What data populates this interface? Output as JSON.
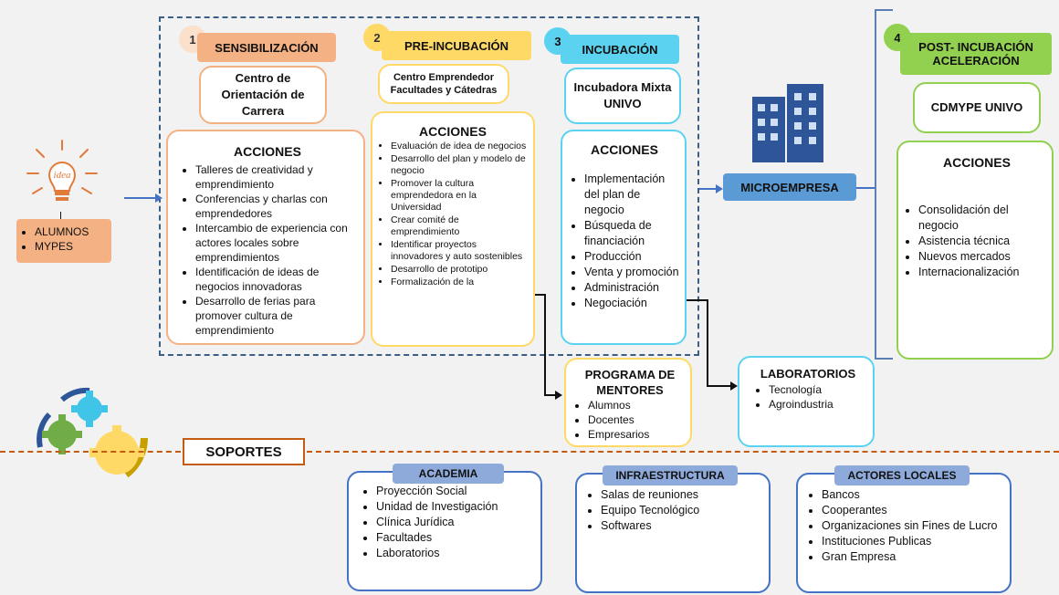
{
  "left": {
    "idea_text": "idea",
    "groups": [
      "ALUMNOS",
      "MYPES"
    ]
  },
  "stages": [
    {
      "number": "1",
      "name": "SENSIBILIZACIÓN",
      "center": "Centro de Orientación de Carrera",
      "actions_title": "ACCIONES",
      "actions": [
        "Talleres de creatividad y emprendimiento",
        "Conferencias y charlas con emprendedores",
        "Intercambio de experiencia con actores locales sobre emprendimientos",
        "Identificación de ideas de negocios innovadoras",
        "Desarrollo de ferias para promover cultura de emprendimiento"
      ]
    },
    {
      "number": "2",
      "name": "PRE-INCUBACIÓN",
      "center": "Centro Emprendedor Facultades y Cátedras",
      "actions_title": "ACCIONES",
      "actions": [
        "Evaluación de idea de negocios",
        "Desarrollo del plan y modelo de negocio",
        "Promover la cultura emprendedora en la Universidad",
        "Crear comité de emprendimiento",
        "Identificar proyectos innovadores y auto sostenibles",
        "Desarrollo de prototipo",
        "Formalización de la"
      ]
    },
    {
      "number": "3",
      "name": "INCUBACIÓN",
      "center": "Incubadora Mixta UNIVO",
      "actions_title": "ACCIONES",
      "actions": [
        "Implementación del plan de negocio",
        "Búsqueda de financiación",
        "Producción",
        "Venta y promoción",
        "Administración",
        "Negociación"
      ]
    },
    {
      "number": "4",
      "name": "POST- INCUBACIÓN ACELERACIÓN",
      "center": "CDMYPE UNIVO",
      "actions_title": "ACCIONES",
      "actions": [
        "Consolidación del negocio",
        "Asistencia técnica",
        "Nuevos mercados",
        "Internacionalización"
      ]
    }
  ],
  "microempresa": "MICROEMPRESA",
  "mentores": {
    "title": "PROGRAMA DE MENTORES",
    "items": [
      "Alumnos",
      "Docentes",
      "Empresarios"
    ]
  },
  "laboratorios": {
    "title": "LABORATORIOS",
    "items": [
      "Tecnología",
      "Agroindustria"
    ]
  },
  "soportes_label": "SOPORTES",
  "supports": [
    {
      "title": "ACADEMIA",
      "items": [
        "Proyección Social",
        "Unidad de Investigación",
        "Clínica Jurídica",
        "Facultades",
        "Laboratorios"
      ]
    },
    {
      "title": "INFRAESTRUCTURA",
      "items": [
        "Salas de reuniones",
        "Equipo Tecnológico",
        "Softwares"
      ]
    },
    {
      "title": "ACTORES LOCALES",
      "items": [
        "Bancos",
        "Cooperantes",
        "Organizaciones sin Fines de Lucro",
        "Instituciones Publicas",
        "Gran Empresa"
      ]
    }
  ],
  "colors": {
    "stage1": "#f4b183",
    "stage2": "#ffd966",
    "stage3": "#5bd3f0",
    "stage4": "#92d050",
    "pill": "#4472c4",
    "frame": "#3b5e86",
    "soportes_line": "#c55a11"
  }
}
